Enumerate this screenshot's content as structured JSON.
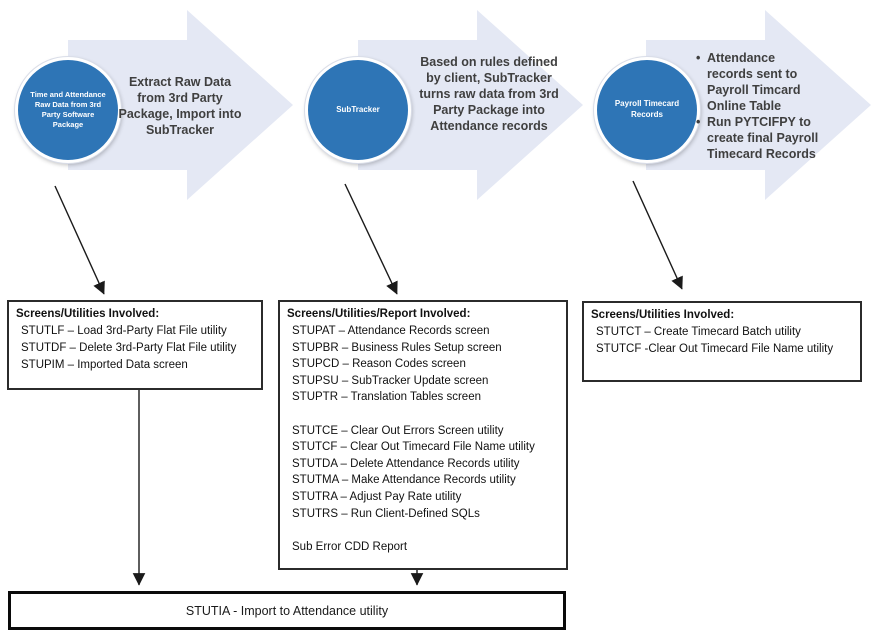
{
  "colors": {
    "circle_fill": "#2E75B6",
    "arrow_fill": "#E4E8F4",
    "connector": "#1A1A1A",
    "box_border": "#2B2B2B",
    "text_dark": "#3F3F3F"
  },
  "flow": {
    "steps": [
      {
        "circle_label": "Time and Attendance Raw Data from 3rd Party  Software Package",
        "description": "Extract Raw Data from 3rd Party Package, Import into SubTracker"
      },
      {
        "circle_label": "SubTracker",
        "description": "Based on rules defined by client, SubTracker turns raw data from 3rd Party Package into Attendance records"
      },
      {
        "circle_label": "Payroll Timecard Records",
        "bullets": [
          "Attendance records sent to Payroll Timcard Online Table",
          "Run PYTCIFPY to create final Payroll Timecard Records"
        ]
      }
    ]
  },
  "boxes": [
    {
      "title": "Screens/Utilities Involved:",
      "lines": [
        "STUTLF – Load 3rd-Party Flat File utility",
        "STUTDF – Delete 3rd-Party Flat File utility",
        "STUPIM – Imported Data screen"
      ]
    },
    {
      "title": "Screens/Utilities/Report Involved:",
      "lines": [
        "STUPAT – Attendance Records screen",
        "STUPBR – Business Rules Setup screen",
        "STUPCD – Reason Codes screen",
        "STUPSU – SubTracker Update screen",
        "STUPTR – Translation Tables screen",
        "",
        "STUTCE – Clear Out Errors Screen utility",
        "STUTCF – Clear Out Timecard File Name utility",
        "STUTDA – Delete Attendance Records utility",
        "STUTMA – Make Attendance Records utility",
        "STUTRA – Adjust Pay Rate utility",
        "STUTRS – Run Client-Defined SQLs",
        "",
        "Sub Error CDD Report"
      ]
    },
    {
      "title": "Screens/Utilities Involved:",
      "lines": [
        "STUTCT – Create Timecard Batch utility",
        "STUTCF -Clear Out Timecard File Name utility"
      ]
    }
  ],
  "bottom_box": {
    "label": "STUTIA - Import to Attendance utility"
  }
}
